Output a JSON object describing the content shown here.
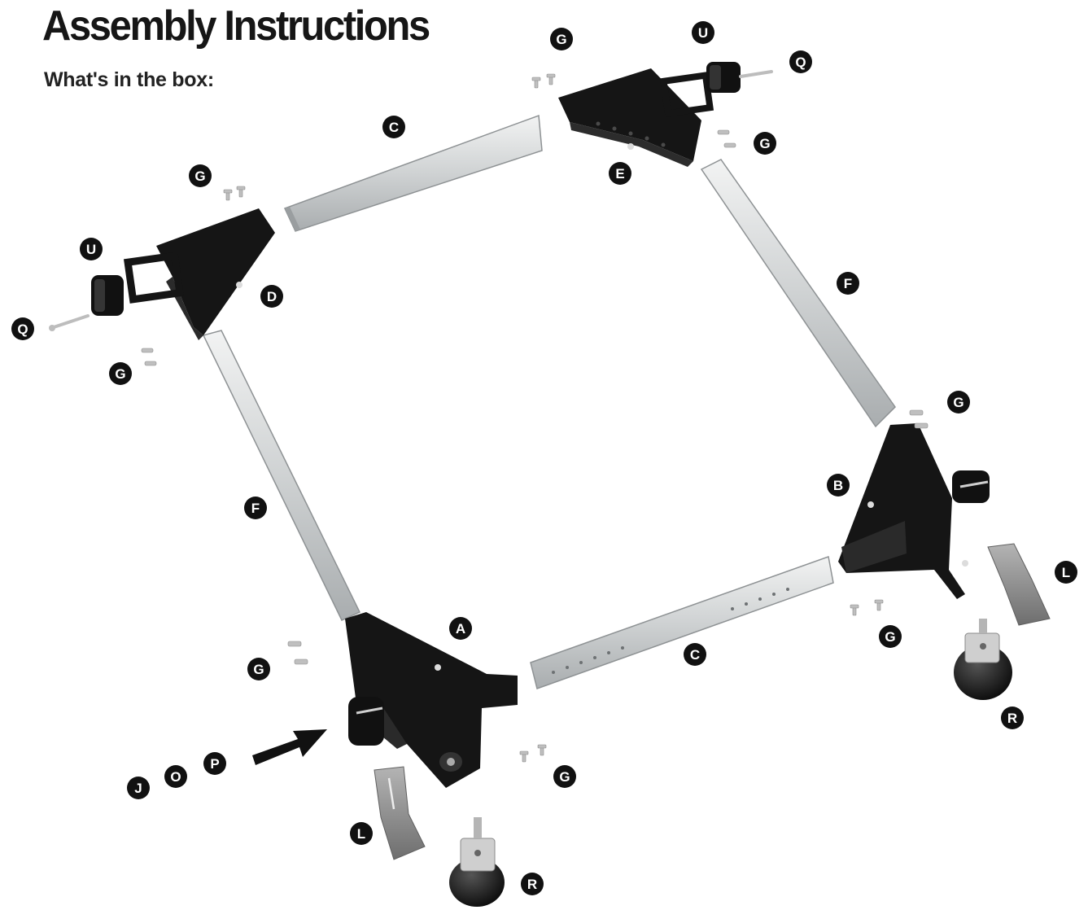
{
  "document": {
    "title": "Assembly Instructions",
    "subtitle": "What's in the box:"
  },
  "callouts": [
    {
      "id": "g-top",
      "letter": "G"
    },
    {
      "id": "u-top",
      "letter": "U"
    },
    {
      "id": "q-top",
      "letter": "Q"
    },
    {
      "id": "c-top",
      "letter": "C"
    },
    {
      "id": "g-top-right",
      "letter": "G"
    },
    {
      "id": "e-bracket",
      "letter": "E"
    },
    {
      "id": "g-left",
      "letter": "G"
    },
    {
      "id": "u-left",
      "letter": "U"
    },
    {
      "id": "d-bracket",
      "letter": "D"
    },
    {
      "id": "q-left",
      "letter": "Q"
    },
    {
      "id": "g-left-lower",
      "letter": "G"
    },
    {
      "id": "f-right",
      "letter": "F"
    },
    {
      "id": "g-right",
      "letter": "G"
    },
    {
      "id": "b-bracket",
      "letter": "B"
    },
    {
      "id": "l-right",
      "letter": "L"
    },
    {
      "id": "g-right-lower",
      "letter": "G"
    },
    {
      "id": "r-right",
      "letter": "R"
    },
    {
      "id": "f-left",
      "letter": "F"
    },
    {
      "id": "a-bracket",
      "letter": "A"
    },
    {
      "id": "c-bottom",
      "letter": "C"
    },
    {
      "id": "g-bottom-left",
      "letter": "G"
    },
    {
      "id": "p-part",
      "letter": "P"
    },
    {
      "id": "o-part",
      "letter": "O"
    },
    {
      "id": "j-part",
      "letter": "J"
    },
    {
      "id": "g-bottom",
      "letter": "G"
    },
    {
      "id": "l-bottom",
      "letter": "L"
    },
    {
      "id": "r-bottom",
      "letter": "R"
    }
  ],
  "colors": {
    "steel": "#d4d6d7",
    "bracket": "#121212",
    "callout": "#111111",
    "pedal": "#8a8a8a"
  }
}
